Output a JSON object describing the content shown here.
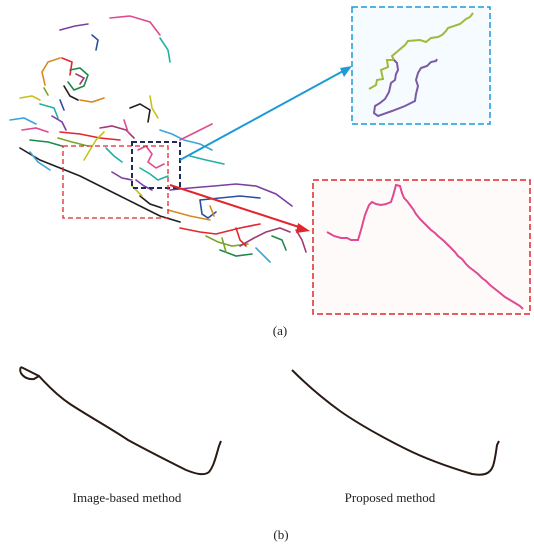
{
  "panel_a": {
    "label": "(a)",
    "colors": {
      "callout_blue": "#1e9ad6",
      "callout_red": "#e2262b",
      "focus_box": "#1f2a5a",
      "inset_blue_fill": "#f6fbff",
      "inset_red_fill": "#fffafa"
    },
    "segment_palette": [
      "#e04a8f",
      "#21b0a3",
      "#7b3fa0",
      "#2a4f9e",
      "#d9881f",
      "#e2262b",
      "#7aa62a",
      "#1d8a4a",
      "#a23b72",
      "#1f1f1f",
      "#c7c21f",
      "#3aa6d9"
    ],
    "inset_blue": {
      "description_icons": [
        "green-trajectory",
        "purple-trajectory"
      ],
      "colors": {
        "upper": "#a3b83a",
        "lower": "#7b5aa6"
      }
    },
    "inset_red": {
      "colors": {
        "trajectory": "#e04a8f"
      }
    }
  },
  "panel_b": {
    "label": "(b)",
    "line_color": "#2a1a14",
    "left": {
      "caption": "Image-based method"
    },
    "right": {
      "caption": "Proposed method"
    }
  }
}
